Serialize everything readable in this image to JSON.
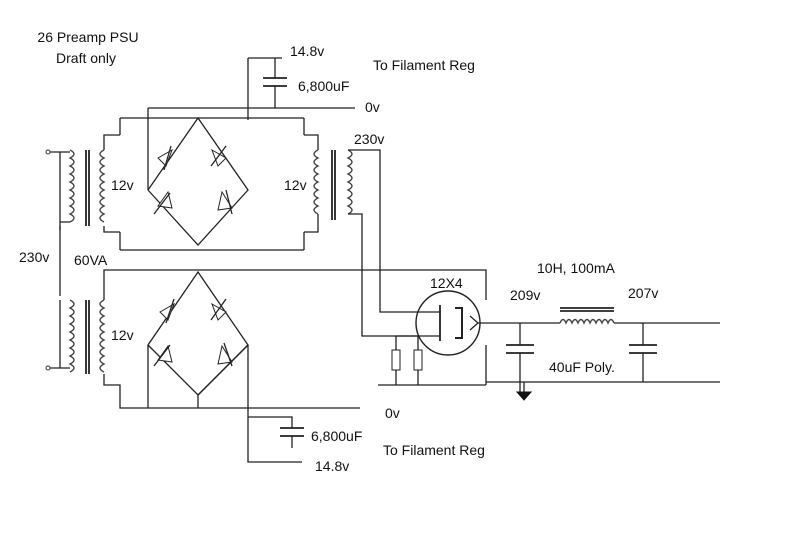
{
  "title": {
    "line1": "26 Preamp PSU",
    "line2": "Draft only"
  },
  "labels": {
    "top_voltage": "14.8v",
    "top_cap": "6,800uF",
    "top_reg": "To Filament Reg",
    "top_ground": "0v",
    "mains_in": "230v",
    "right_mains": "230v",
    "sec_left_top": "12v",
    "sec_right_top": "12v",
    "sec_left_bottom": "12v",
    "rating": "60VA",
    "rectifier_tube": "12X4",
    "choke": "10H, 100mA",
    "b_plus_in": "209v",
    "b_plus_out": "207v",
    "filter_caps": "40uF Poly.",
    "bottom_ground": "0v",
    "bottom_cap": "6,800uF",
    "bottom_reg": "To Filament Reg",
    "bottom_voltage": "14.8v"
  }
}
